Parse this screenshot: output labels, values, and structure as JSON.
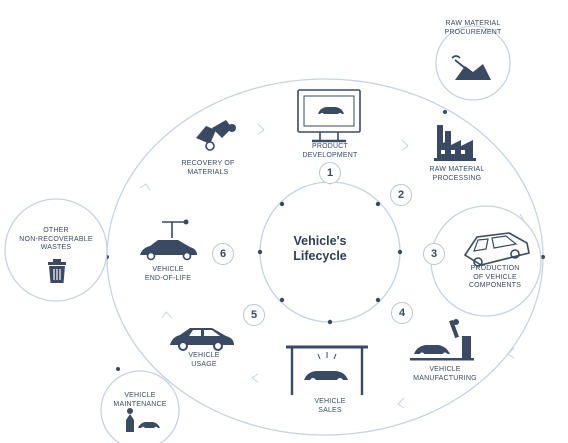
{
  "center": {
    "line1": "Vehicle's",
    "line2": "Lifecycle"
  },
  "stages": [
    {
      "number": "1",
      "line1": "PRODUCT",
      "line2": "DEVELOPMENT"
    },
    {
      "number": "2",
      "line1": "RAW MATERIAL",
      "line2": "PROCESSING"
    },
    {
      "number": "3",
      "line1": "PRODUCTION",
      "line2": "OF VEHICLE",
      "line3": "COMPONENTS"
    },
    {
      "number": "4",
      "line1": "VEHICLE",
      "line2": "MANUFACTURING"
    },
    {
      "number": "5",
      "line1": "VEHICLE",
      "line2": "SALES"
    },
    {
      "number": "6",
      "line1": "VEHICLE",
      "line2": "END-OF-LIFE"
    }
  ],
  "side_nodes": {
    "raw_material_procurement": {
      "line1": "RAW MATERIAL",
      "line2": "PROCUREMENT"
    },
    "other_wastes": {
      "line1": "OTHER",
      "line2": "NON-RECOVERABLE",
      "line3": "WASTES"
    },
    "vehicle_maintenance": {
      "line1": "VEHICLE",
      "line2": "MAINTENANCE"
    },
    "recovery_of_materials": {
      "line1": "RECOVERY OF",
      "line2": "MATERIALS"
    },
    "vehicle_usage": {
      "line1": "VEHICLE",
      "line2": "USAGE"
    }
  },
  "colors": {
    "ring": "#c8d2df",
    "ink": "#3a4a63",
    "accent": "#b8c4d4"
  }
}
